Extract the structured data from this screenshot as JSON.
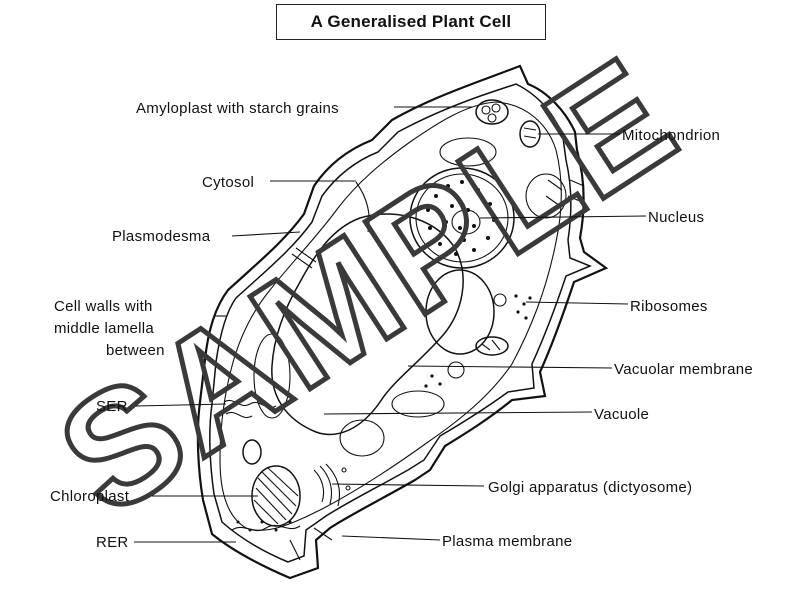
{
  "title": "A Generalised Plant Cell",
  "labels": {
    "amyloplast": "Amyloplast with starch grains",
    "mitochondrion": "Mitochondrion",
    "cytosol": "Cytosol",
    "nucleus": "Nucleus",
    "plasmodesma": "Plasmodesma",
    "ribosomes": "Ribosomes",
    "cell_walls_line1": "Cell walls with",
    "cell_walls_line2": "middle lamella",
    "cell_walls_line3": "between",
    "vacuolar_membrane": "Vacuolar membrane",
    "ser": "SER",
    "vacuole": "Vacuole",
    "chloroplast": "Chloroplast",
    "golgi": "Golgi apparatus (dictyosome)",
    "rer": "RER",
    "plasma_membrane": "Plasma membrane"
  },
  "watermark": "SAMPLE"
}
